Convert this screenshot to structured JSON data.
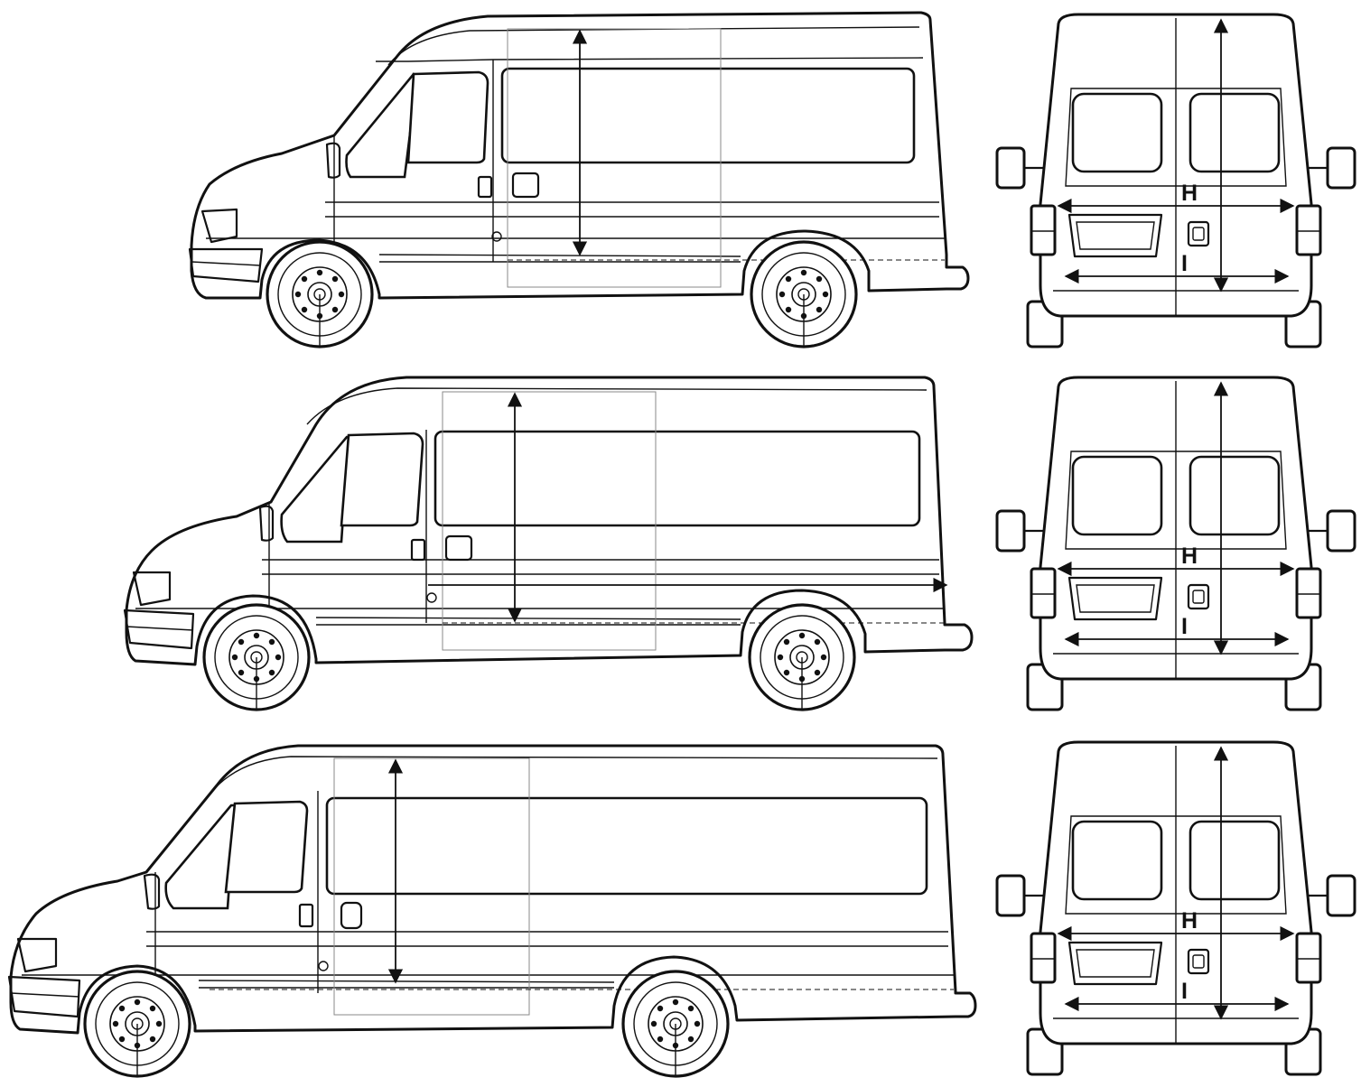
{
  "views": [
    {
      "id": "van-1",
      "rear_labels": {
        "height": "H",
        "width": "I"
      }
    },
    {
      "id": "van-2",
      "rear_labels": {
        "height": "H",
        "width": "I"
      }
    },
    {
      "id": "van-3",
      "rear_labels": {
        "height": "H",
        "width": "I"
      }
    }
  ],
  "colors": {
    "line": "#111111",
    "guide": "#8a8a8a",
    "background": "#ffffff"
  }
}
